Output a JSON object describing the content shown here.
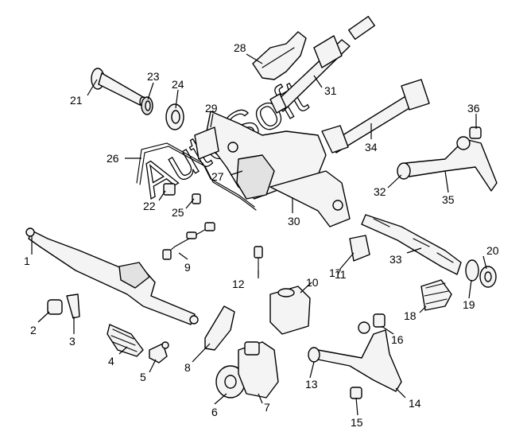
{
  "watermark": "AutoSoft",
  "callouts": [
    {
      "id": "c1",
      "label": "1"
    },
    {
      "id": "c2",
      "label": "2"
    },
    {
      "id": "c3",
      "label": "3"
    },
    {
      "id": "c4",
      "label": "4"
    },
    {
      "id": "c5",
      "label": "5"
    },
    {
      "id": "c6",
      "label": "6"
    },
    {
      "id": "c7",
      "label": "7"
    },
    {
      "id": "c8",
      "label": "8"
    },
    {
      "id": "c9",
      "label": "9"
    },
    {
      "id": "c10",
      "label": "10"
    },
    {
      "id": "c11",
      "label": "11"
    },
    {
      "id": "c12",
      "label": "12"
    },
    {
      "id": "c13",
      "label": "13"
    },
    {
      "id": "c14",
      "label": "14"
    },
    {
      "id": "c15",
      "label": "15"
    },
    {
      "id": "c16",
      "label": "16"
    },
    {
      "id": "c17",
      "label": "17"
    },
    {
      "id": "c18",
      "label": "18"
    },
    {
      "id": "c19",
      "label": "19"
    },
    {
      "id": "c20",
      "label": "20"
    },
    {
      "id": "c21",
      "label": "21"
    },
    {
      "id": "c22",
      "label": "22"
    },
    {
      "id": "c23",
      "label": "23"
    },
    {
      "id": "c24",
      "label": "24"
    },
    {
      "id": "c25",
      "label": "25"
    },
    {
      "id": "c26",
      "label": "26"
    },
    {
      "id": "c27",
      "label": "27"
    },
    {
      "id": "c28",
      "label": "28"
    },
    {
      "id": "c29",
      "label": "29"
    },
    {
      "id": "c30",
      "label": "30"
    },
    {
      "id": "c31",
      "label": "31"
    },
    {
      "id": "c32",
      "label": "32"
    },
    {
      "id": "c33",
      "label": "33"
    },
    {
      "id": "c34",
      "label": "34"
    },
    {
      "id": "c35",
      "label": "35"
    },
    {
      "id": "c36",
      "label": "36"
    }
  ]
}
